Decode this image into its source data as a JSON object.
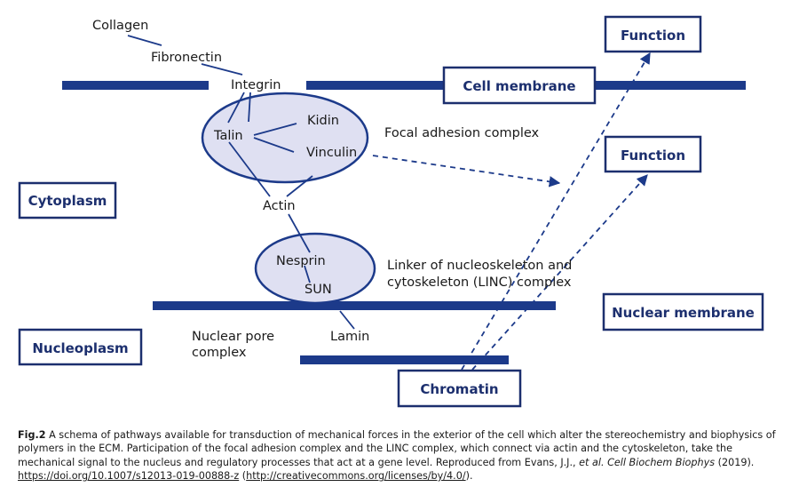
{
  "diagram": {
    "labels": {
      "collagen": "Collagen",
      "fibronectin": "Fibronectin",
      "integrin": "Integrin",
      "kidin": "Kidin",
      "talin": "Talin",
      "vinculin": "Vinculin",
      "focal_adhesion_complex": "Focal adhesion complex",
      "actin": "Actin",
      "nesprin": "Nesprin",
      "sun": "SUN",
      "linc_line1": "Linker of nucleoskeleton and",
      "linc_line2": "cytoskeleton (LINC) complex",
      "lamin": "Lamin",
      "nuclear_pore_line1": "Nuclear pore",
      "nuclear_pore_line2": "complex"
    },
    "boxes": {
      "function_top": "Function",
      "function_mid": "Function",
      "cell_membrane": "Cell membrane",
      "cytoplasm": "Cytoplasm",
      "nuclear_membrane": "Nuclear membrane",
      "nucleoplasm": "Nucleoplasm",
      "chromatin": "Chromatin"
    },
    "colors": {
      "accent": "#1c3a8a",
      "ellipse_fill": "#dfe0f2",
      "box_text": "#1c2f6e"
    }
  },
  "caption": {
    "fig_label": "Fig.2",
    "text_a": "A schema of pathways available for transduction of mechanical forces in the exterior of the cell which alter the stereochemistry and biophysics of polymers in the ECM. Participation of the focal adhesion complex and the LINC complex, which connect via actin and the cytoskeleton, take the mechanical signal to the nucleus and regulatory processes that act at a gene level. Reproduced from Evans, J.J.,",
    "et_al": "et al.",
    "journal": "Cell Biochem Biophys",
    "year": "(2019).",
    "doi_link": "https://doi.org/10.1007/s12013-019-00888-z",
    "license_open": "(",
    "license_link": "http://creativecommons.org/licenses/by/4.0/",
    "license_close": ")."
  }
}
